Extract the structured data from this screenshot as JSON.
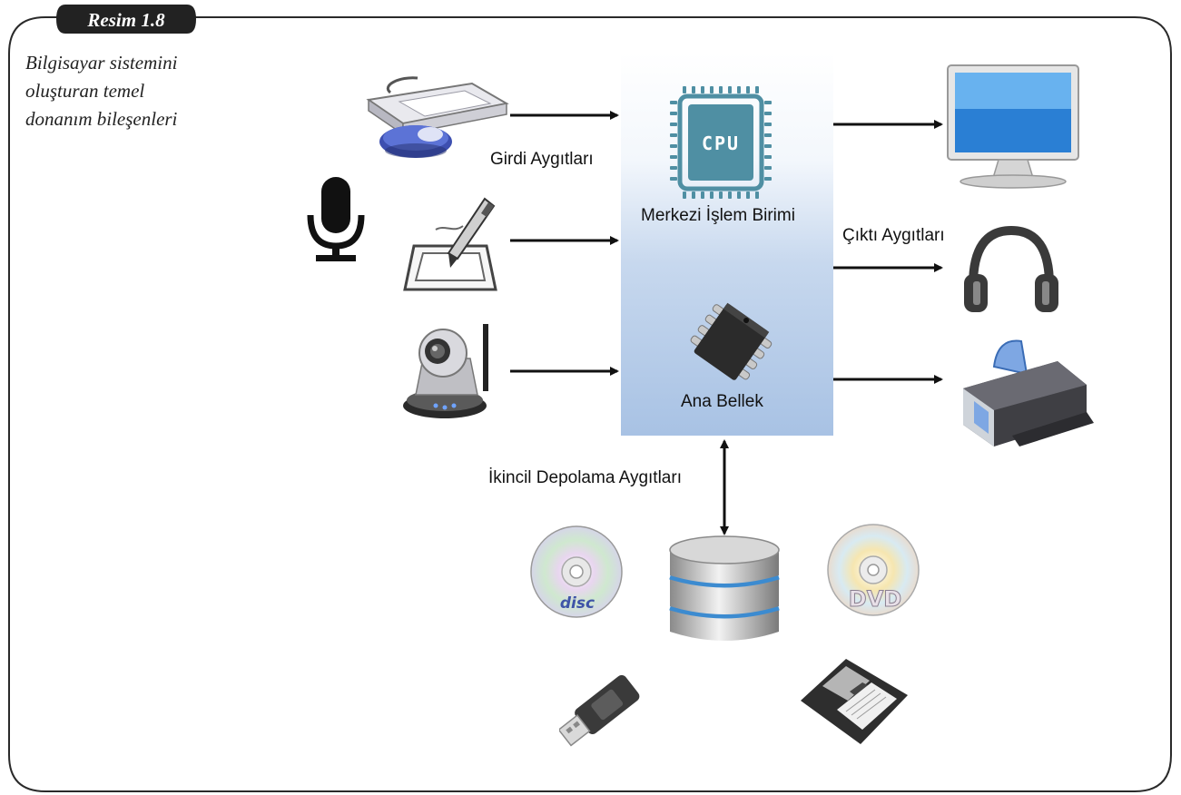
{
  "figure": {
    "label": "Resim 1.8",
    "caption_lines": [
      "Bilgisayar sistemini",
      "oluşturan temel",
      "donanım bileşenleri"
    ]
  },
  "labels": {
    "input": "Girdi Aygıtları",
    "output": "Çıktı Aygıtları",
    "cpu": "Merkezi İşlem Birimi",
    "memory": "Ana Bellek",
    "storage": "İkincil Depolama Aygıtları"
  },
  "icons": {
    "cpu_chip_text": "CPU",
    "cd_text": "disc",
    "dvd_text": "DVD"
  },
  "colors": {
    "label_bg": "#222222",
    "panel_top": "#ffffff",
    "panel_bottom": "#a8c2e4",
    "chip_blue": "#4f8fa3"
  }
}
